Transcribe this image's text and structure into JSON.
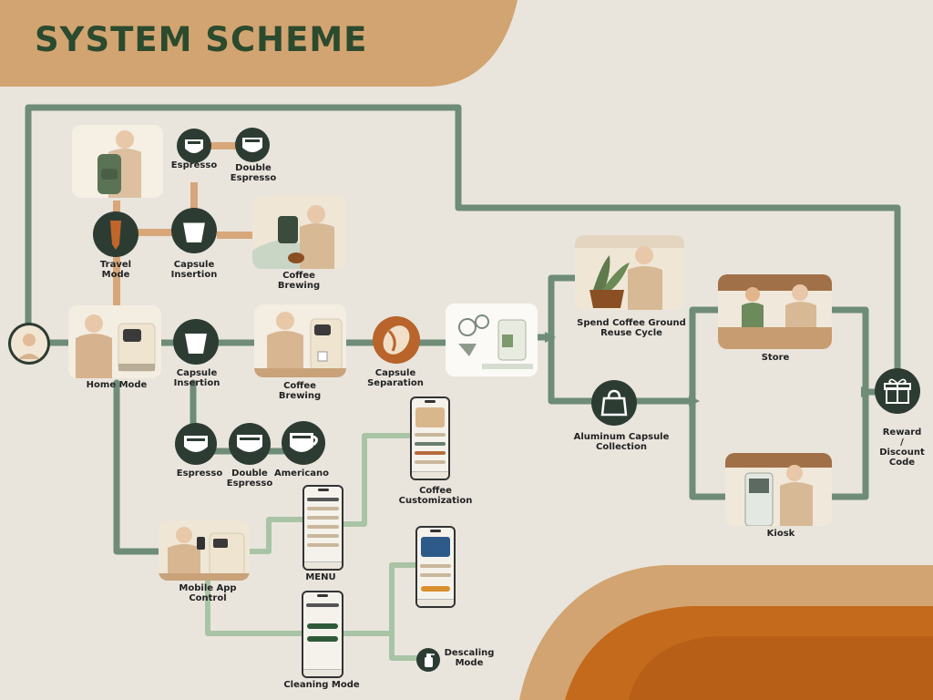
{
  "title": "SYSTEM SCHEME",
  "colors": {
    "background": "#e9e5dd",
    "header_tan": "#d2a471",
    "line_dark_green": "#6e8c78",
    "line_light_green": "#a9c4a5",
    "line_tan": "#d7a77a",
    "icon_dark": "#2d3c33",
    "icon_brown": "#b8642a",
    "corner_orange": "#c46a1c"
  },
  "labels": {
    "espresso_top": "Espresso",
    "double_espresso_top": "Double\nEspresso",
    "travel_mode": "Travel\nMode",
    "capsule_insertion_top": "Capsule\nInsertion",
    "coffee_brewing_top": "Coffee\nBrewing",
    "home_mode": "Home Mode",
    "capsule_insertion_mid": "Capsule\nInsertion",
    "coffee_brewing_mid": "Coffee\nBrewing",
    "capsule_separation": "Capsule\nSeparation",
    "espresso_bottom": "Espresso",
    "double_espresso_bottom": "Double\nEspresso",
    "americano": "Americano",
    "coffee_customization": "Coffee\nCustomization",
    "menu": "MENU",
    "mobile_app_control": "Mobile App\nControl",
    "cleaning_mode": "Cleaning Mode",
    "descaling_mode": "Descaling\nMode",
    "spend_coffee_ground": "Spend Coffee Ground\nReuse Cycle",
    "aluminum_capsule": "Aluminum Capsule\nCollection",
    "store": "Store",
    "kiosk": "Kiosk",
    "reward": "Reward /\nDiscount\nCode"
  },
  "icons": {
    "user_avatar": "elderly-man-avatar",
    "cup": "coffee-cup-icon",
    "capsule": "capsule-icon",
    "travel_bottle": "travel-bottle-icon",
    "bean": "coffee-bean-icon",
    "bag": "recycle-bag-icon",
    "gift": "gift-box-icon",
    "descaler": "spray-bottle-icon"
  }
}
